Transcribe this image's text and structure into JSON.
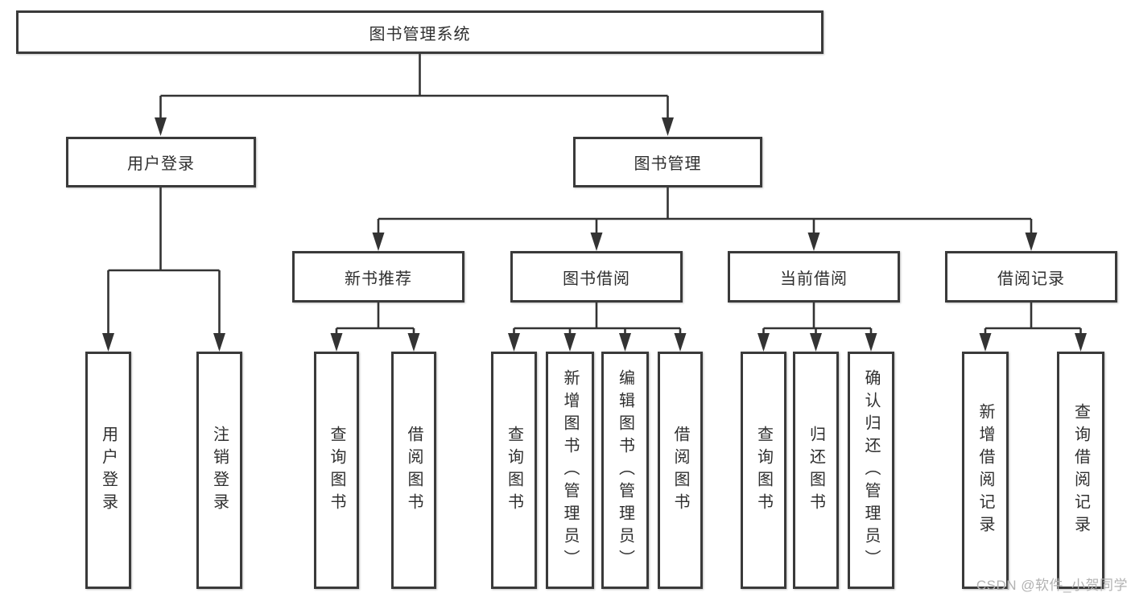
{
  "tree": {
    "root": {
      "label": "图书管理系统"
    },
    "branches": [
      {
        "label": "用户登录",
        "leaves": [
          {
            "label": "用户登录"
          },
          {
            "label": "注销登录"
          }
        ]
      },
      {
        "label": "图书管理",
        "groups": [
          {
            "label": "新书推荐",
            "leaves": [
              {
                "label": "查询图书"
              },
              {
                "label": "借阅图书"
              }
            ]
          },
          {
            "label": "图书借阅",
            "leaves": [
              {
                "label": "查询图书"
              },
              {
                "label": "新增图书（管理员）"
              },
              {
                "label": "编辑图书（管理员）"
              },
              {
                "label": "借阅图书"
              }
            ]
          },
          {
            "label": "当前借阅",
            "leaves": [
              {
                "label": "查询图书"
              },
              {
                "label": "归还图书"
              },
              {
                "label": "确认归还（管理员）"
              }
            ]
          },
          {
            "label": "借阅记录",
            "leaves": [
              {
                "label": "新增借阅记录"
              },
              {
                "label": "查询借阅记录"
              }
            ]
          }
        ]
      }
    ]
  },
  "watermark": {
    "text": "CSDN @软件_小贺同学"
  },
  "colors": {
    "background": "#ffffff",
    "line": "#333333",
    "box_border": "#3a3a3a",
    "text": "#2f2f2f",
    "watermark": "#b2b2b2"
  }
}
